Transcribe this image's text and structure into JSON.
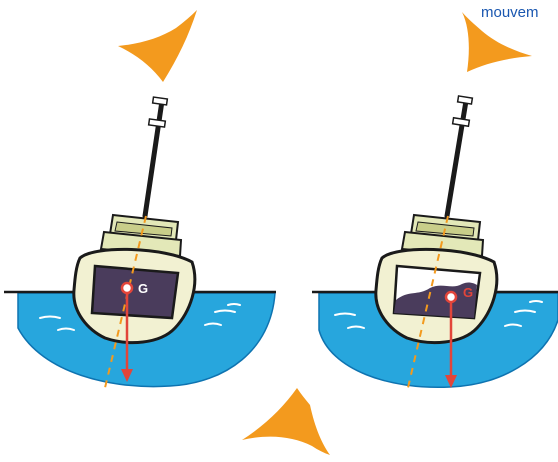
{
  "caption": "mouvem",
  "boats": [
    {
      "center_label": "G"
    },
    {
      "center_label": "G"
    }
  ],
  "colors": {
    "caption": "#1a57b0",
    "arrow_head": "#f39a1e",
    "water": "#27a6dd",
    "water_dark": "#0e73b0",
    "hull": "#f2f1d2",
    "deckhouse": "#e3e8b8",
    "window": "#4a3c5c",
    "gravity_arrow": "#e2453a",
    "axis": "#f39a1e",
    "outline": "#1a1a1a"
  }
}
